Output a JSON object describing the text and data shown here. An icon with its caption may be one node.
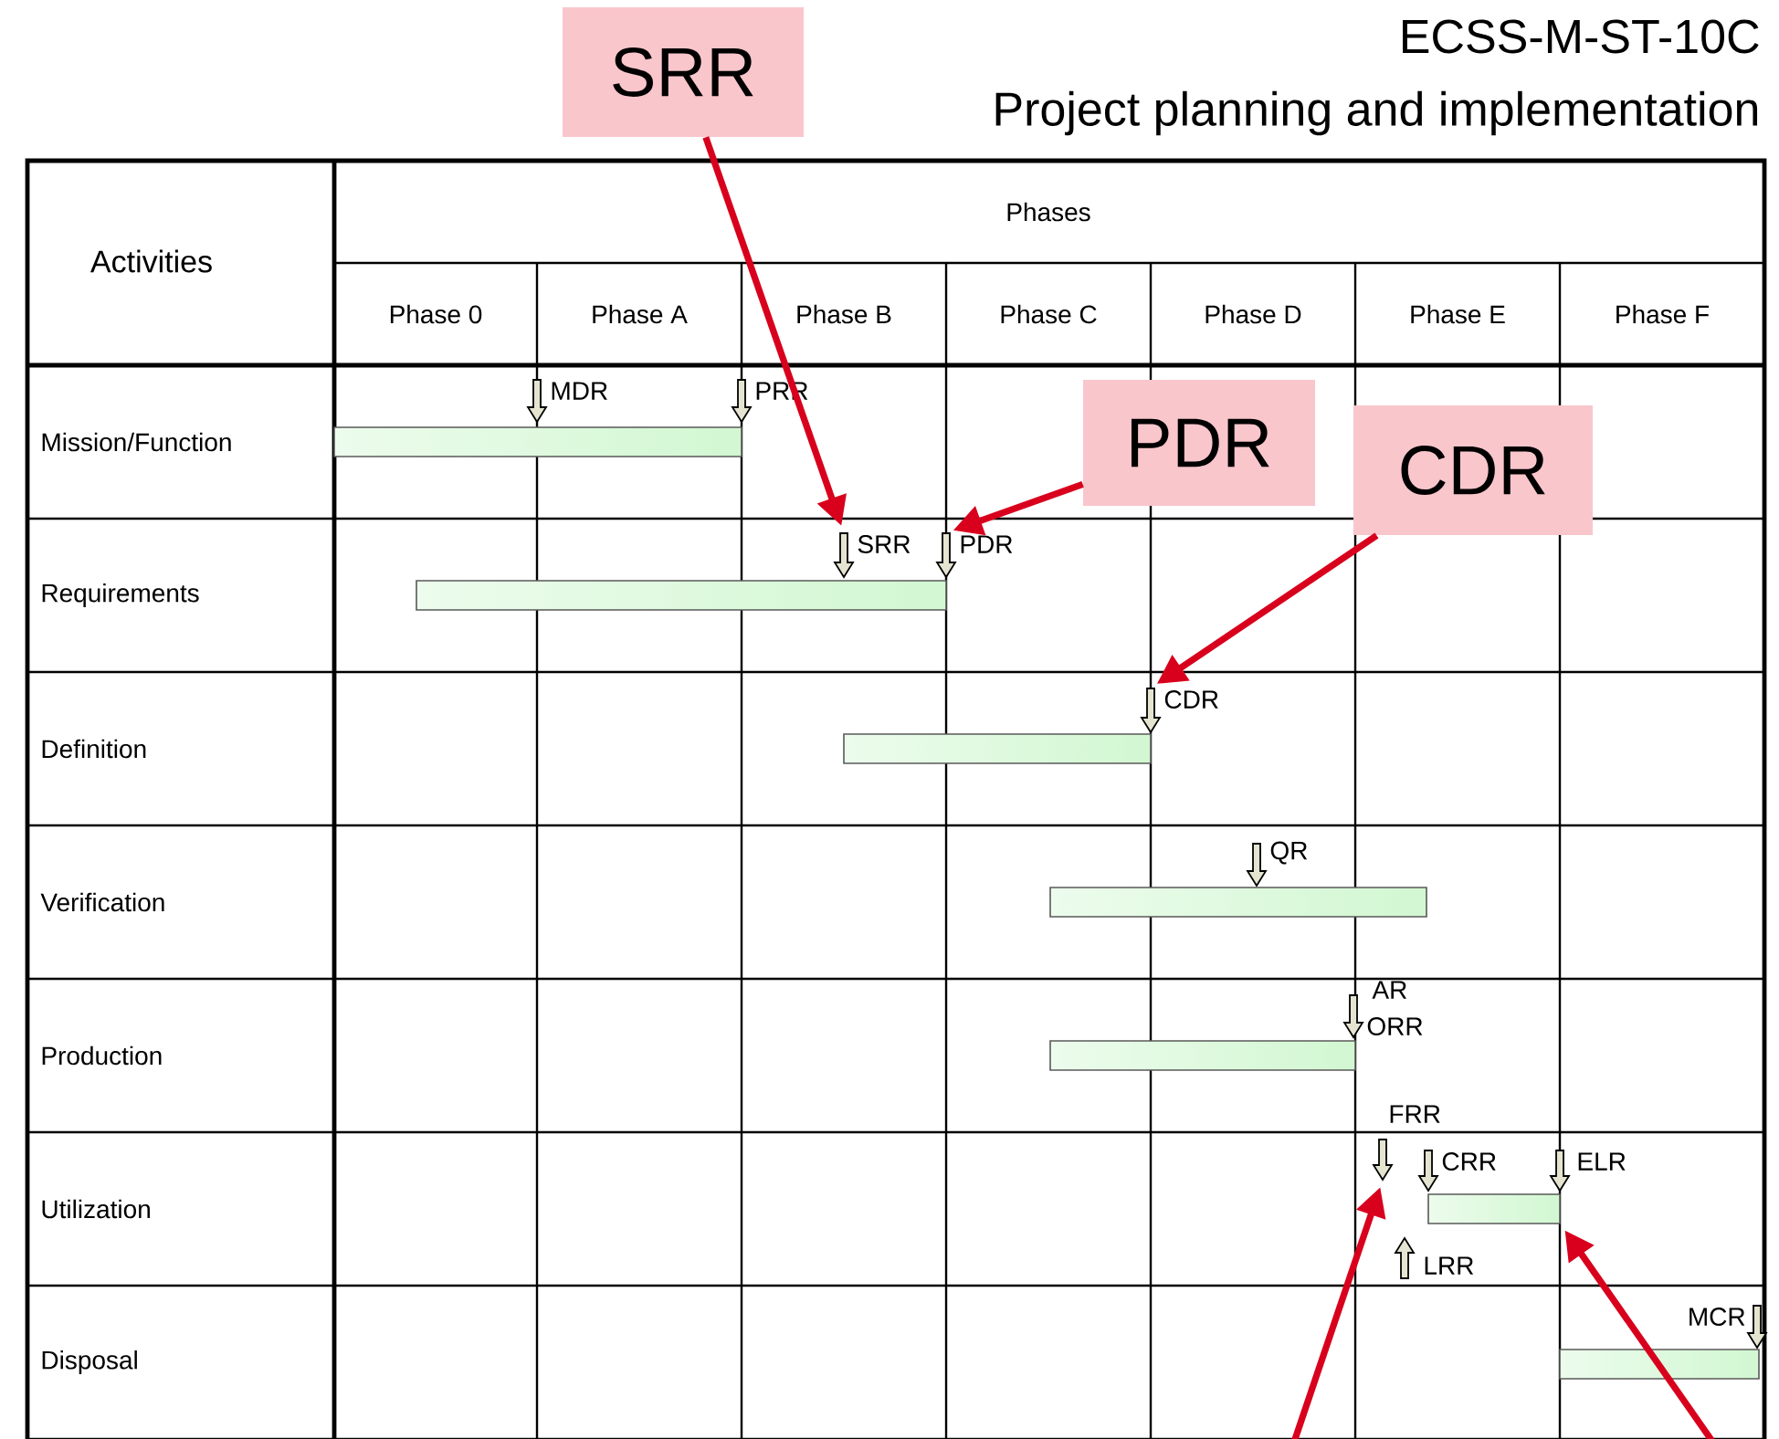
{
  "diagram": {
    "title": "Project planning and implementation",
    "nodes": [
      {
        "text": [
          "SRR"
        ]
      },
      {
        "text": [
          "PDR"
        ]
      },
      {
        "text": [
          "CDR"
        ]
      },
      {
        "text": [],
        "shape": "arrow",
        "beside": [
          "MDR"
        ]
      },
      {
        "text": [],
        "shape": "arrow",
        "beside": [
          "PRR"
        ]
      },
      {
        "text": [],
        "shape": "bar"
      },
      {
        "text": [],
        "shape": "arrow",
        "beside": [
          "SRR"
        ]
      },
      {
        "text": [],
        "shape": "arrow",
        "beside": [
          "PDR"
        ]
      },
      {
        "text": [],
        "shape": "bar"
      },
      {
        "text": [],
        "shape": "arrow",
        "beside": [
          "CDR"
        ]
      },
      {
        "text": [],
        "shape": "bar"
      },
      {
        "text": [],
        "shape": "arrow",
        "beside": [
          "QR"
        ]
      },
      {
        "text": [],
        "shape": "bar"
      },
      {
        "text": [],
        "shape": "arrow",
        "beside": [
          "AR",
          "ORR"
        ]
      },
      {
        "text": [],
        "shape": "bar"
      },
      {
        "text": [],
        "shape": "arrow",
        "beside": [
          "FRR"
        ]
      },
      {
        "text": [],
        "shape": "arrow",
        "beside": [
          "CRR"
        ]
      },
      {
        "text": [],
        "shape": "arrow",
        "beside": [
          "ELR"
        ]
      },
      {
        "text": [],
        "shape": "bar"
      },
      {
        "text": [],
        "shape": "arrow",
        "beside": [
          "LRR"
        ]
      },
      {
        "text": [],
        "shape": "arrow",
        "beside": [
          "MCR"
        ]
      },
      {
        "text": [],
        "shape": "bar"
      }
    ],
    "edges": [
      {
        "from": 0,
        "to": 6,
        "arrow": "to"
      },
      {
        "from": 1,
        "to": 7,
        "arrow": "to"
      },
      {
        "from": 2,
        "to": 9,
        "arrow": "to"
      },
      {
        "from": null,
        "to": 15,
        "arrow": "to"
      },
      {
        "from": null,
        "to": 18,
        "arrow": "to"
      }
    ],
    "labels": [
      "ECSS-M-ST-10C",
      "Activities",
      "Phases",
      "Phase 0",
      "Phase A",
      "Phase B",
      "Phase C",
      "Phase D",
      "Phase E",
      "Phase F",
      "Mission/Function",
      "Requirements",
      "Definition",
      "Verification",
      "Production",
      "Utilization",
      "Disposal"
    ]
  }
}
